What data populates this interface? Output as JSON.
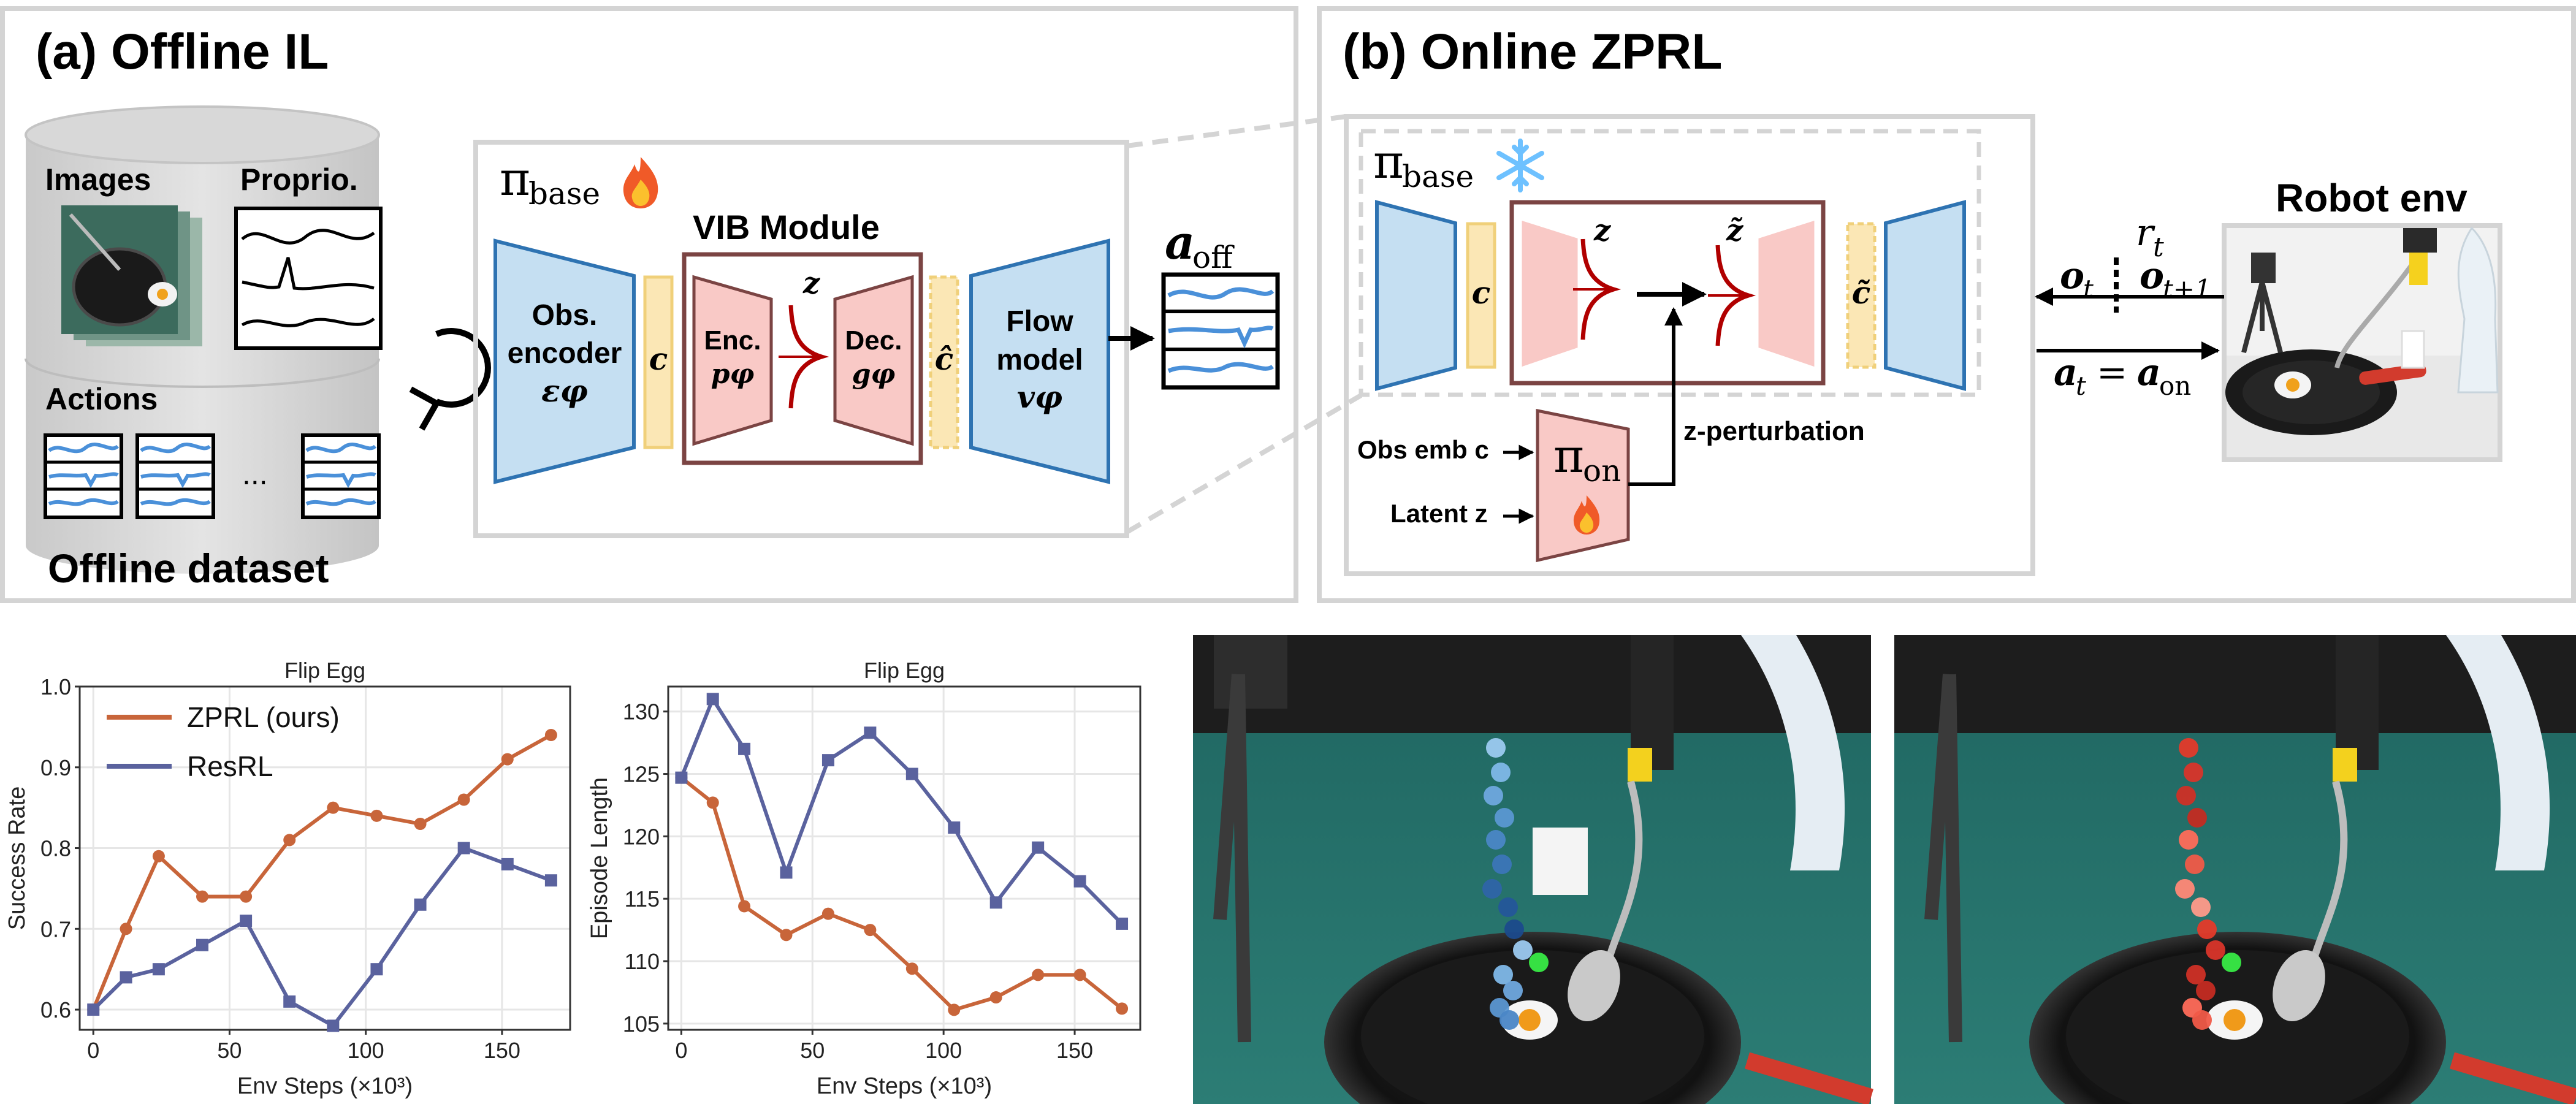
{
  "panel_a": {
    "title": "(a) Offline IL",
    "dataset_images_label": "Images",
    "dataset_proprio_label": "Proprio.",
    "dataset_actions_label": "Actions",
    "dataset_ellipsis": "...",
    "dataset_title": "Offline dataset",
    "policy_symbol": "π",
    "policy_subscript": "base",
    "trainable_icon": "fire-icon",
    "vib_title": "VIB Module",
    "obs_encoder_line1": "Obs.",
    "obs_encoder_line2": "encoder",
    "obs_encoder_symbol": "εφ",
    "c_label": "c",
    "enc_label": "Enc.",
    "enc_symbol": "pφ",
    "z_label": "z",
    "dec_label": "Dec.",
    "dec_symbol": "gφ",
    "c_hat_label": "ĉ",
    "flow_line1": "Flow",
    "flow_line2": "model",
    "flow_symbol": "vφ",
    "action_symbol": "a",
    "action_subscript": "off"
  },
  "panel_b": {
    "title": "(b) Online ZPRL",
    "policy_symbol": "π",
    "policy_subscript": "base",
    "frozen_icon": "snowflake-icon",
    "c_label": "c",
    "z_label": "z",
    "z_tilde_label": "z̃",
    "c_tilde_label": "c̃",
    "obs_emb_label": "Obs emb c",
    "latent_label": "Latent z",
    "online_symbol": "π",
    "online_subscript": "on",
    "perturbation_label": "z-perturbation",
    "robot_env_label": "Robot env",
    "reward_label": "r",
    "reward_sub": "t",
    "obs_t": "o",
    "obs_t_sub": "t",
    "obs_t1": "o",
    "obs_t1_sub": "t+1",
    "action_eq_left": "a",
    "action_eq_left_sub": "t",
    "action_eq_mid": " = ",
    "action_eq_right": "a",
    "action_eq_right_sub": "on"
  },
  "chart_data": [
    {
      "type": "line",
      "title": "Flip Egg",
      "xlabel": "Env Steps (×10³)",
      "ylabel": "Success Rate",
      "xlim": [
        -5,
        175
      ],
      "ylim": [
        0.575,
        1.0
      ],
      "xticks": [
        "0",
        "50",
        "100",
        "150"
      ],
      "xtick_values": [
        0,
        50,
        100,
        150
      ],
      "yticks": [
        "0.6",
        "0.7",
        "0.8",
        "0.9",
        "1.0"
      ],
      "ytick_values": [
        0.6,
        0.7,
        0.8,
        0.9,
        1.0
      ],
      "grid": true,
      "legend": "top-left",
      "series": [
        {
          "name": "ZPRL (ours)",
          "color": "#c8653a",
          "marker": "circle",
          "x": [
            0,
            12,
            24,
            40,
            56,
            72,
            88,
            104,
            120,
            136,
            152,
            168
          ],
          "y": [
            0.6,
            0.7,
            0.79,
            0.74,
            0.74,
            0.81,
            0.85,
            0.84,
            0.83,
            0.86,
            0.91,
            0.94
          ]
        },
        {
          "name": "ResRL",
          "color": "#5a629e",
          "marker": "square",
          "x": [
            0,
            12,
            24,
            40,
            56,
            72,
            88,
            104,
            120,
            136,
            152,
            168
          ],
          "y": [
            0.6,
            0.64,
            0.65,
            0.68,
            0.71,
            0.61,
            0.58,
            0.65,
            0.73,
            0.8,
            0.78,
            0.76
          ]
        }
      ]
    },
    {
      "type": "line",
      "title": "Flip Egg",
      "xlabel": "Env Steps (×10³)",
      "ylabel": "Episode Length",
      "xlim": [
        -5,
        175
      ],
      "ylim": [
        104.5,
        132
      ],
      "xticks": [
        "0",
        "50",
        "100",
        "150"
      ],
      "xtick_values": [
        0,
        50,
        100,
        150
      ],
      "yticks": [
        "105",
        "110",
        "115",
        "120",
        "125",
        "130"
      ],
      "ytick_values": [
        105,
        110,
        115,
        120,
        125,
        130
      ],
      "grid": true,
      "legend": "none",
      "series": [
        {
          "color": "#c8653a",
          "marker": "circle",
          "x": [
            0,
            12,
            24,
            40,
            56,
            72,
            88,
            104,
            120,
            136,
            152,
            168
          ],
          "y": [
            124.7,
            122.7,
            114.4,
            112.1,
            113.8,
            112.5,
            109.4,
            106.1,
            107.1,
            108.9,
            108.9,
            106.2
          ]
        },
        {
          "color": "#5a629e",
          "marker": "square",
          "x": [
            0,
            12,
            24,
            40,
            56,
            72,
            88,
            104,
            120,
            136,
            152,
            168
          ],
          "y": [
            124.7,
            131.0,
            127.0,
            117.1,
            126.1,
            128.3,
            125.0,
            120.7,
            114.7,
            119.1,
            116.4,
            113.0
          ]
        }
      ]
    }
  ],
  "photos": {
    "left_trajectory_color": "#4a8cc8",
    "right_trajectory_color": "#d83a2a",
    "target_color": "#36e043"
  }
}
